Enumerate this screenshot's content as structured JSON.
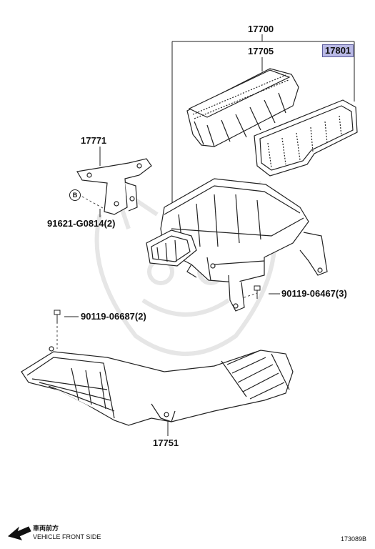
{
  "callouts": {
    "assembly": "17700",
    "cap": "17705",
    "element": "17801",
    "bracket": "17771",
    "bolt_b": "91621-G0814(2)",
    "bolt_right": "90119-06467(3)",
    "bolt_left": "90119-06687(2)",
    "intake_duct": "17751"
  },
  "b_marker": "B",
  "direction": {
    "japanese": "車両前方",
    "english": "VEHICLE FRONT SIDE"
  },
  "figure_id": "173089B",
  "colors": {
    "line": "#222222",
    "highlight": "#b9b9e6",
    "watermark": "#e9e9e9"
  }
}
